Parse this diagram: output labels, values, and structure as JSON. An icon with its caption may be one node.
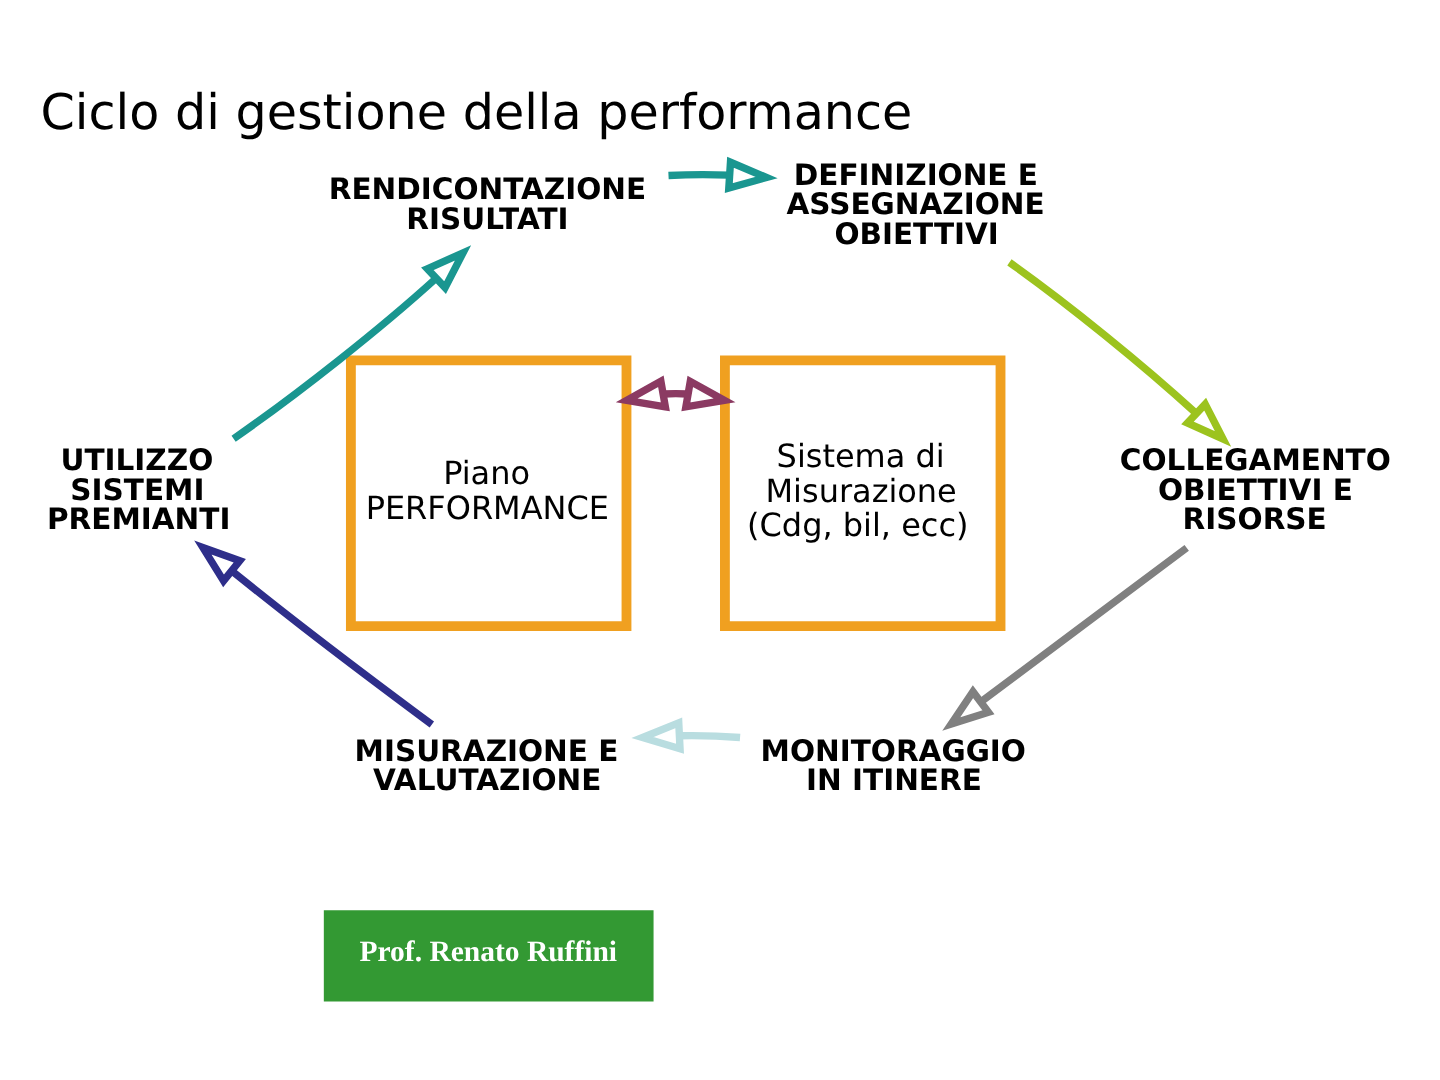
{
  "diagram": {
    "title": "Ciclo di gestione della performance",
    "nodes": [
      {
        "text": [
          "RENDICONTAZIONE RISULTATI"
        ]
      },
      {
        "text": [
          "DEFINIZIONE E ASSEGNAZIONE OBIETTIVI"
        ]
      },
      {
        "text": [
          "UTILIZZO SISTEMI PREMIANTI"
        ]
      },
      {
        "text": [
          "Piano PERFORMANCE"
        ]
      },
      {
        "text": [
          "Sistema di Misurazione (Cdg, bil, ecc)"
        ]
      },
      {
        "text": [
          "COLLEGAMENTO OBIETTIVI E RISORSE"
        ]
      },
      {
        "text": [
          "MISURAZIONE E VALUTAZIONE"
        ]
      },
      {
        "text": [
          "MONITORAGGIO IN ITINERE"
        ]
      },
      {
        "text": [
          "Prof. Renato Ruffini"
        ]
      }
    ],
    "edges": [
      {
        "from": 0,
        "to": 1,
        "arrow": "to",
        "color": "#1a9690"
      },
      {
        "from": 1,
        "to": 5,
        "arrow": "to",
        "color": "#9cc31e"
      },
      {
        "from": 5,
        "to": 7,
        "arrow": "to",
        "color": "#808080"
      },
      {
        "from": 7,
        "to": 6,
        "arrow": "to",
        "color": "#b9dde0"
      },
      {
        "from": 6,
        "to": 2,
        "arrow": "to",
        "color": "#2e2e8a"
      },
      {
        "from": 2,
        "to": 0,
        "arrow": "to",
        "color": "#1a9690"
      },
      {
        "from": 3,
        "to": 4,
        "arrow": "both",
        "color": "#8b3a62"
      }
    ]
  }
}
